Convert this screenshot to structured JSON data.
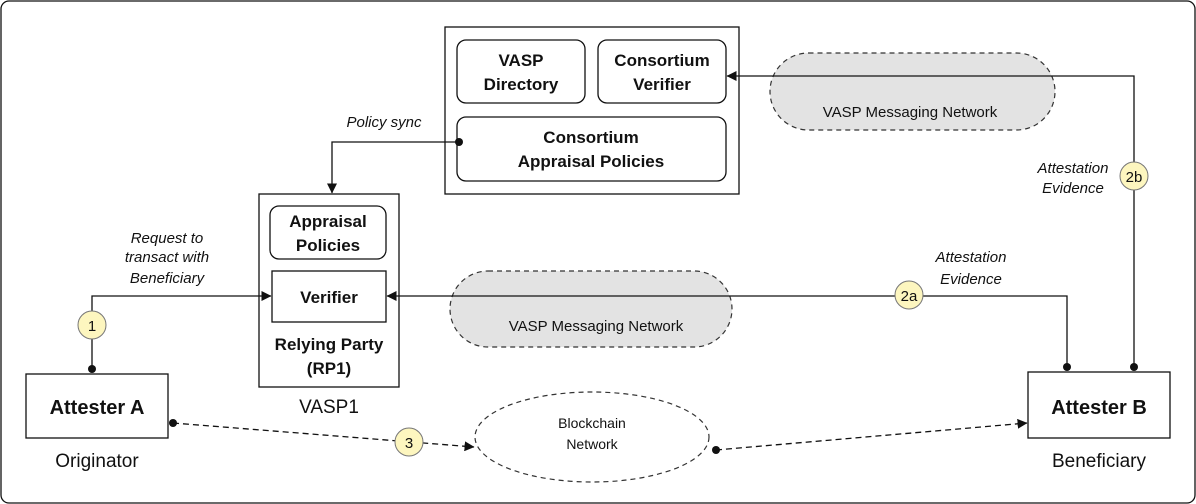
{
  "consortium": {
    "vasp_directory": [
      "VASP",
      "Directory"
    ],
    "consortium_verifier": [
      "Consortium",
      "Verifier"
    ],
    "appraisal_policies": [
      "Consortium",
      "Appraisal Policies"
    ]
  },
  "messaging_network_top": "VASP Messaging Network",
  "messaging_network_mid": "VASP Messaging Network",
  "policy_sync": "Policy sync",
  "rp1": {
    "appraisal_policies": [
      "Appraisal",
      "Policies"
    ],
    "verifier": "Verifier",
    "relying_party": [
      "Relying Party",
      "(RP1)"
    ],
    "caption": "VASP1"
  },
  "request_label": [
    "Request to",
    "transact with",
    "Beneficiary"
  ],
  "evidence_2a_label": [
    "Attestation",
    "Evidence"
  ],
  "evidence_2b_label": [
    "Attestation",
    "Evidence"
  ],
  "attester_a": {
    "label": "Attester A",
    "caption": "Originator"
  },
  "attester_b": {
    "label": "Attester B",
    "caption": "Beneficiary"
  },
  "blockchain": [
    "Blockchain",
    "Network"
  ],
  "badges": {
    "b1": "1",
    "b2a": "2a",
    "b2b": "2b",
    "b3": "3"
  }
}
